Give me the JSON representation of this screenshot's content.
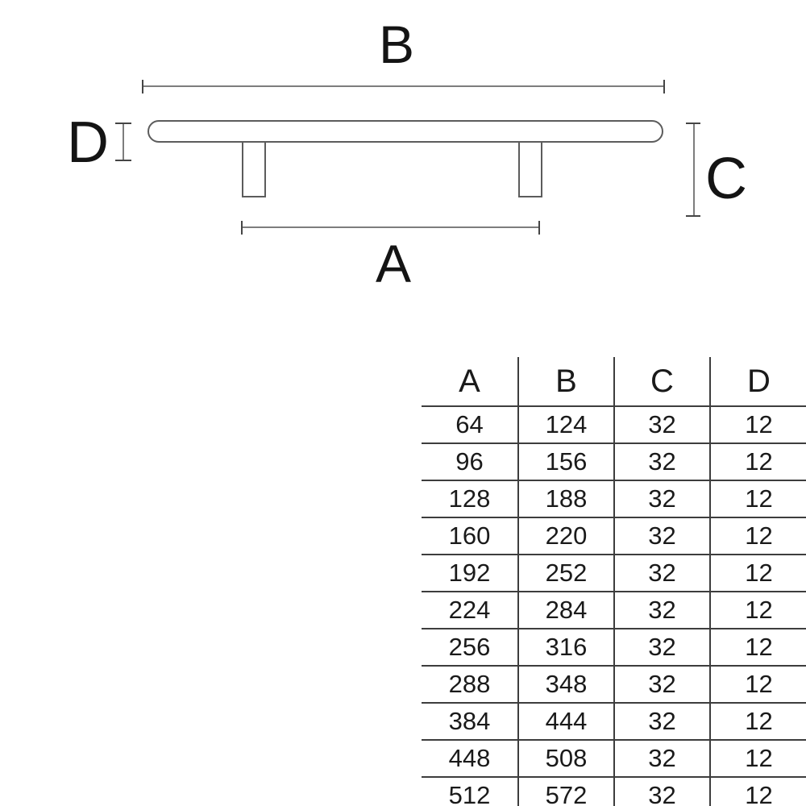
{
  "diagram": {
    "description": "T-bar handle technical drawing",
    "labels": {
      "overall_length": "B",
      "hole_centres": "A",
      "projection": "C",
      "diameter": "D"
    }
  },
  "table": {
    "headers": [
      "A",
      "B",
      "C",
      "D"
    ],
    "rows": [
      [
        64,
        124,
        32,
        12
      ],
      [
        96,
        156,
        32,
        12
      ],
      [
        128,
        188,
        32,
        12
      ],
      [
        160,
        220,
        32,
        12
      ],
      [
        192,
        252,
        32,
        12
      ],
      [
        224,
        284,
        32,
        12
      ],
      [
        256,
        316,
        32,
        12
      ],
      [
        288,
        348,
        32,
        12
      ],
      [
        384,
        444,
        32,
        12
      ],
      [
        448,
        508,
        32,
        12
      ],
      [
        512,
        572,
        32,
        12
      ]
    ]
  },
  "colors": {
    "background": "#ffffff",
    "dimension_line": "#7d7d7d",
    "dimension_tick": "#454545",
    "handle_outline": "#5c5c5c",
    "table_border": "#3d3d3d",
    "text": "#1a1a1a"
  }
}
